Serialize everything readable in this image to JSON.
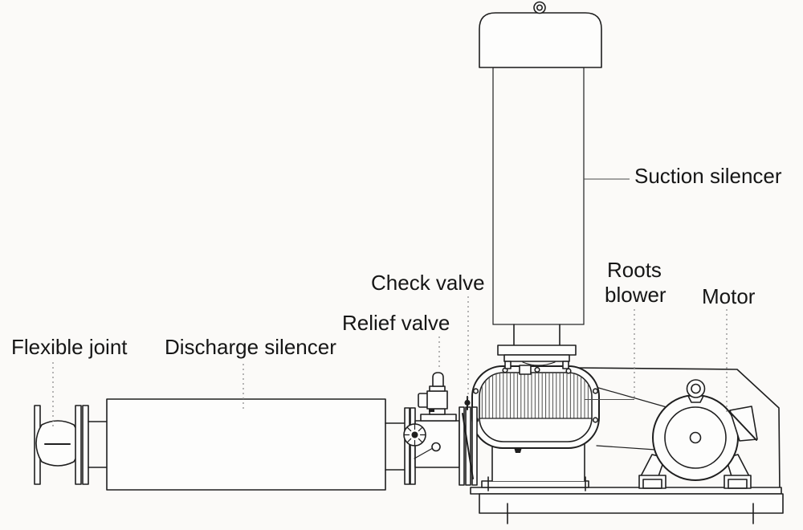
{
  "diagram": {
    "type": "technical-line-drawing",
    "subject": "Roots blower package side view",
    "labels": {
      "flexible_joint": "Flexible joint",
      "discharge_silencer": "Discharge silencer",
      "relief_valve": "Relief valve",
      "check_valve": "Check valve",
      "suction_silencer": "Suction silencer",
      "roots_blower_lines": [
        "Roots",
        "blower"
      ],
      "motor": "Motor"
    },
    "colors": {
      "line": "#1f1f1f",
      "paper": "#fdfdfc",
      "background": "#fbfaf8",
      "leader": "#8f8f8f",
      "hatch": "#4a4a4a"
    }
  }
}
